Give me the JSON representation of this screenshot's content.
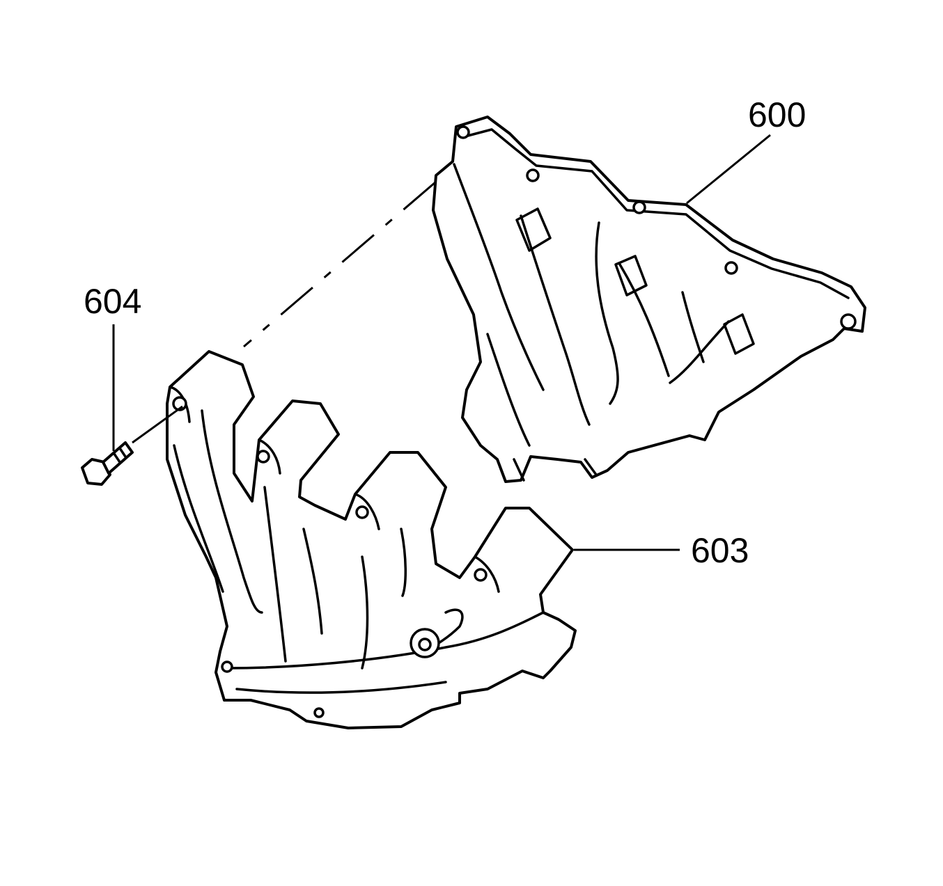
{
  "callouts": {
    "manifold": "600",
    "heat_shield": "603",
    "bolt": "604"
  }
}
